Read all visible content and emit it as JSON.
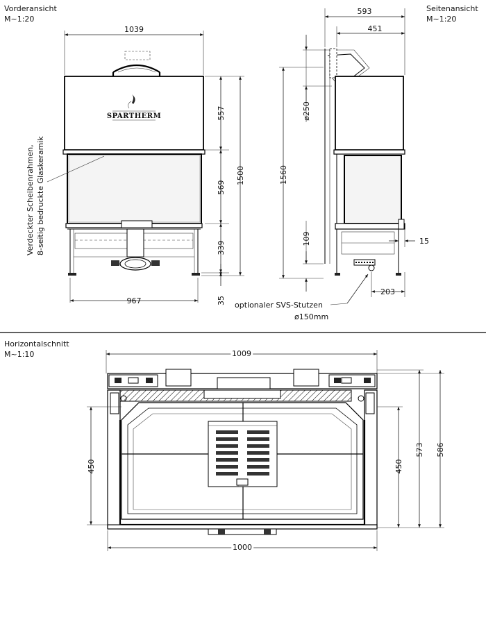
{
  "views": {
    "front": {
      "title": "Vorderansicht",
      "scale": "M~1:20"
    },
    "side": {
      "title": "Seitenansicht",
      "scale": "M~1:20"
    },
    "section": {
      "title": "Horizontalschnitt",
      "scale": "M~1:10"
    }
  },
  "brand": "SPARTHERM",
  "annotations": {
    "glass_line1": "Verdeckter Scheibenrahmen,",
    "glass_line2": "8-seitig bedruckte Glaskeramik",
    "svs_line1": "optionaler SVS-Stutzen",
    "svs_line2": "ø150mm"
  },
  "dimensions": {
    "front_width": "1039",
    "front_base_width": "967",
    "front_upper": "557",
    "front_glass": "569",
    "front_lower": "339",
    "front_foot": "35",
    "front_total": "1500",
    "side_depth_total": "593",
    "side_depth_flue": "451",
    "side_flue_diameter": "ø250",
    "side_total_height": "1560",
    "side_lower": "109",
    "side_ledge": "15",
    "side_svs_offset": "203",
    "section_width_top": "1009",
    "section_width_bottom": "1000",
    "section_depth_inner_left": "450",
    "section_depth_inner_right": "450",
    "section_depth_573": "573",
    "section_depth_586": "586"
  }
}
